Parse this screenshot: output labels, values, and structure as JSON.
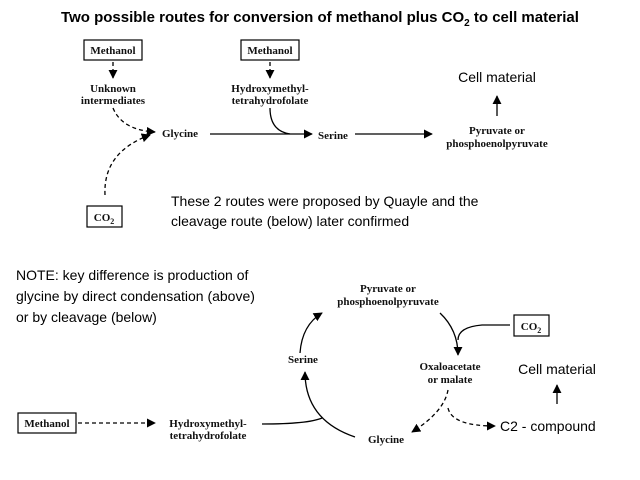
{
  "title_main": "Two possible routes for conversion of methanol plus CO",
  "title_sub": "2",
  "title_end": " to cell material",
  "top": {
    "methanol_left": "Methanol",
    "unknown_1": "Unknown",
    "unknown_2": "intermediates",
    "glycine": "Glycine",
    "co2_main": "CO",
    "co2_sub": "2",
    "methanol_mid": "Methanol",
    "hmt_1": "Hydroxymethyl-",
    "hmt_2": "tetrahydrofolate",
    "serine": "Serine",
    "pyruvate_1": "Pyruvate or",
    "pyruvate_2": "phosphoenolpyruvate",
    "cell_material": "Cell material"
  },
  "note_quayle_1": "These 2 routes were proposed by Quayle and the",
  "note_quayle_2": "cleavage route (below) later confirmed",
  "note_key_1": "NOTE: key difference is production of",
  "note_key_2": "glycine by direct condensation (above)",
  "note_key_3": "or by cleavage (below)",
  "bottom": {
    "pyruvate_1": "Pyruvate or",
    "pyruvate_2": "phosphoenolpyruvate",
    "co2_main": "CO",
    "co2_sub": "2",
    "serine": "Serine",
    "oxalo_1": "Oxaloacetate",
    "oxalo_2": "or malate",
    "cell_material": "Cell material",
    "methanol": "Methanol",
    "hmt_1": "Hydroxymethyl-",
    "hmt_2": "tetrahydrofolate",
    "glycine": "Glycine",
    "c2": "C2 - compound"
  }
}
